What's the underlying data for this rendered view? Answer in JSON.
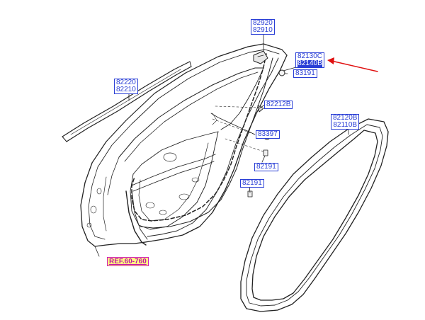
{
  "diagram": {
    "part_labels": {
      "p82920": "82920",
      "p82910": "82910",
      "p82220": "82220",
      "p82210": "82210",
      "p82130C": "82130C",
      "p82140B": "82140B",
      "p83191": "83191",
      "p82212B": "82212B",
      "p82120B": "82120B",
      "p82110B": "82110B",
      "p83397": "83397",
      "p82191a": "82191",
      "p82191b": "82191"
    },
    "reference": "REF.60-760",
    "colors": {
      "label_border": "#2a3fd6",
      "label_text": "#2a3fd6",
      "highlight": "#2a3fd6",
      "ref_text": "#c010a8",
      "ref_fill": "#ffff80",
      "arrow": "#e01010",
      "line": "#222222"
    }
  }
}
